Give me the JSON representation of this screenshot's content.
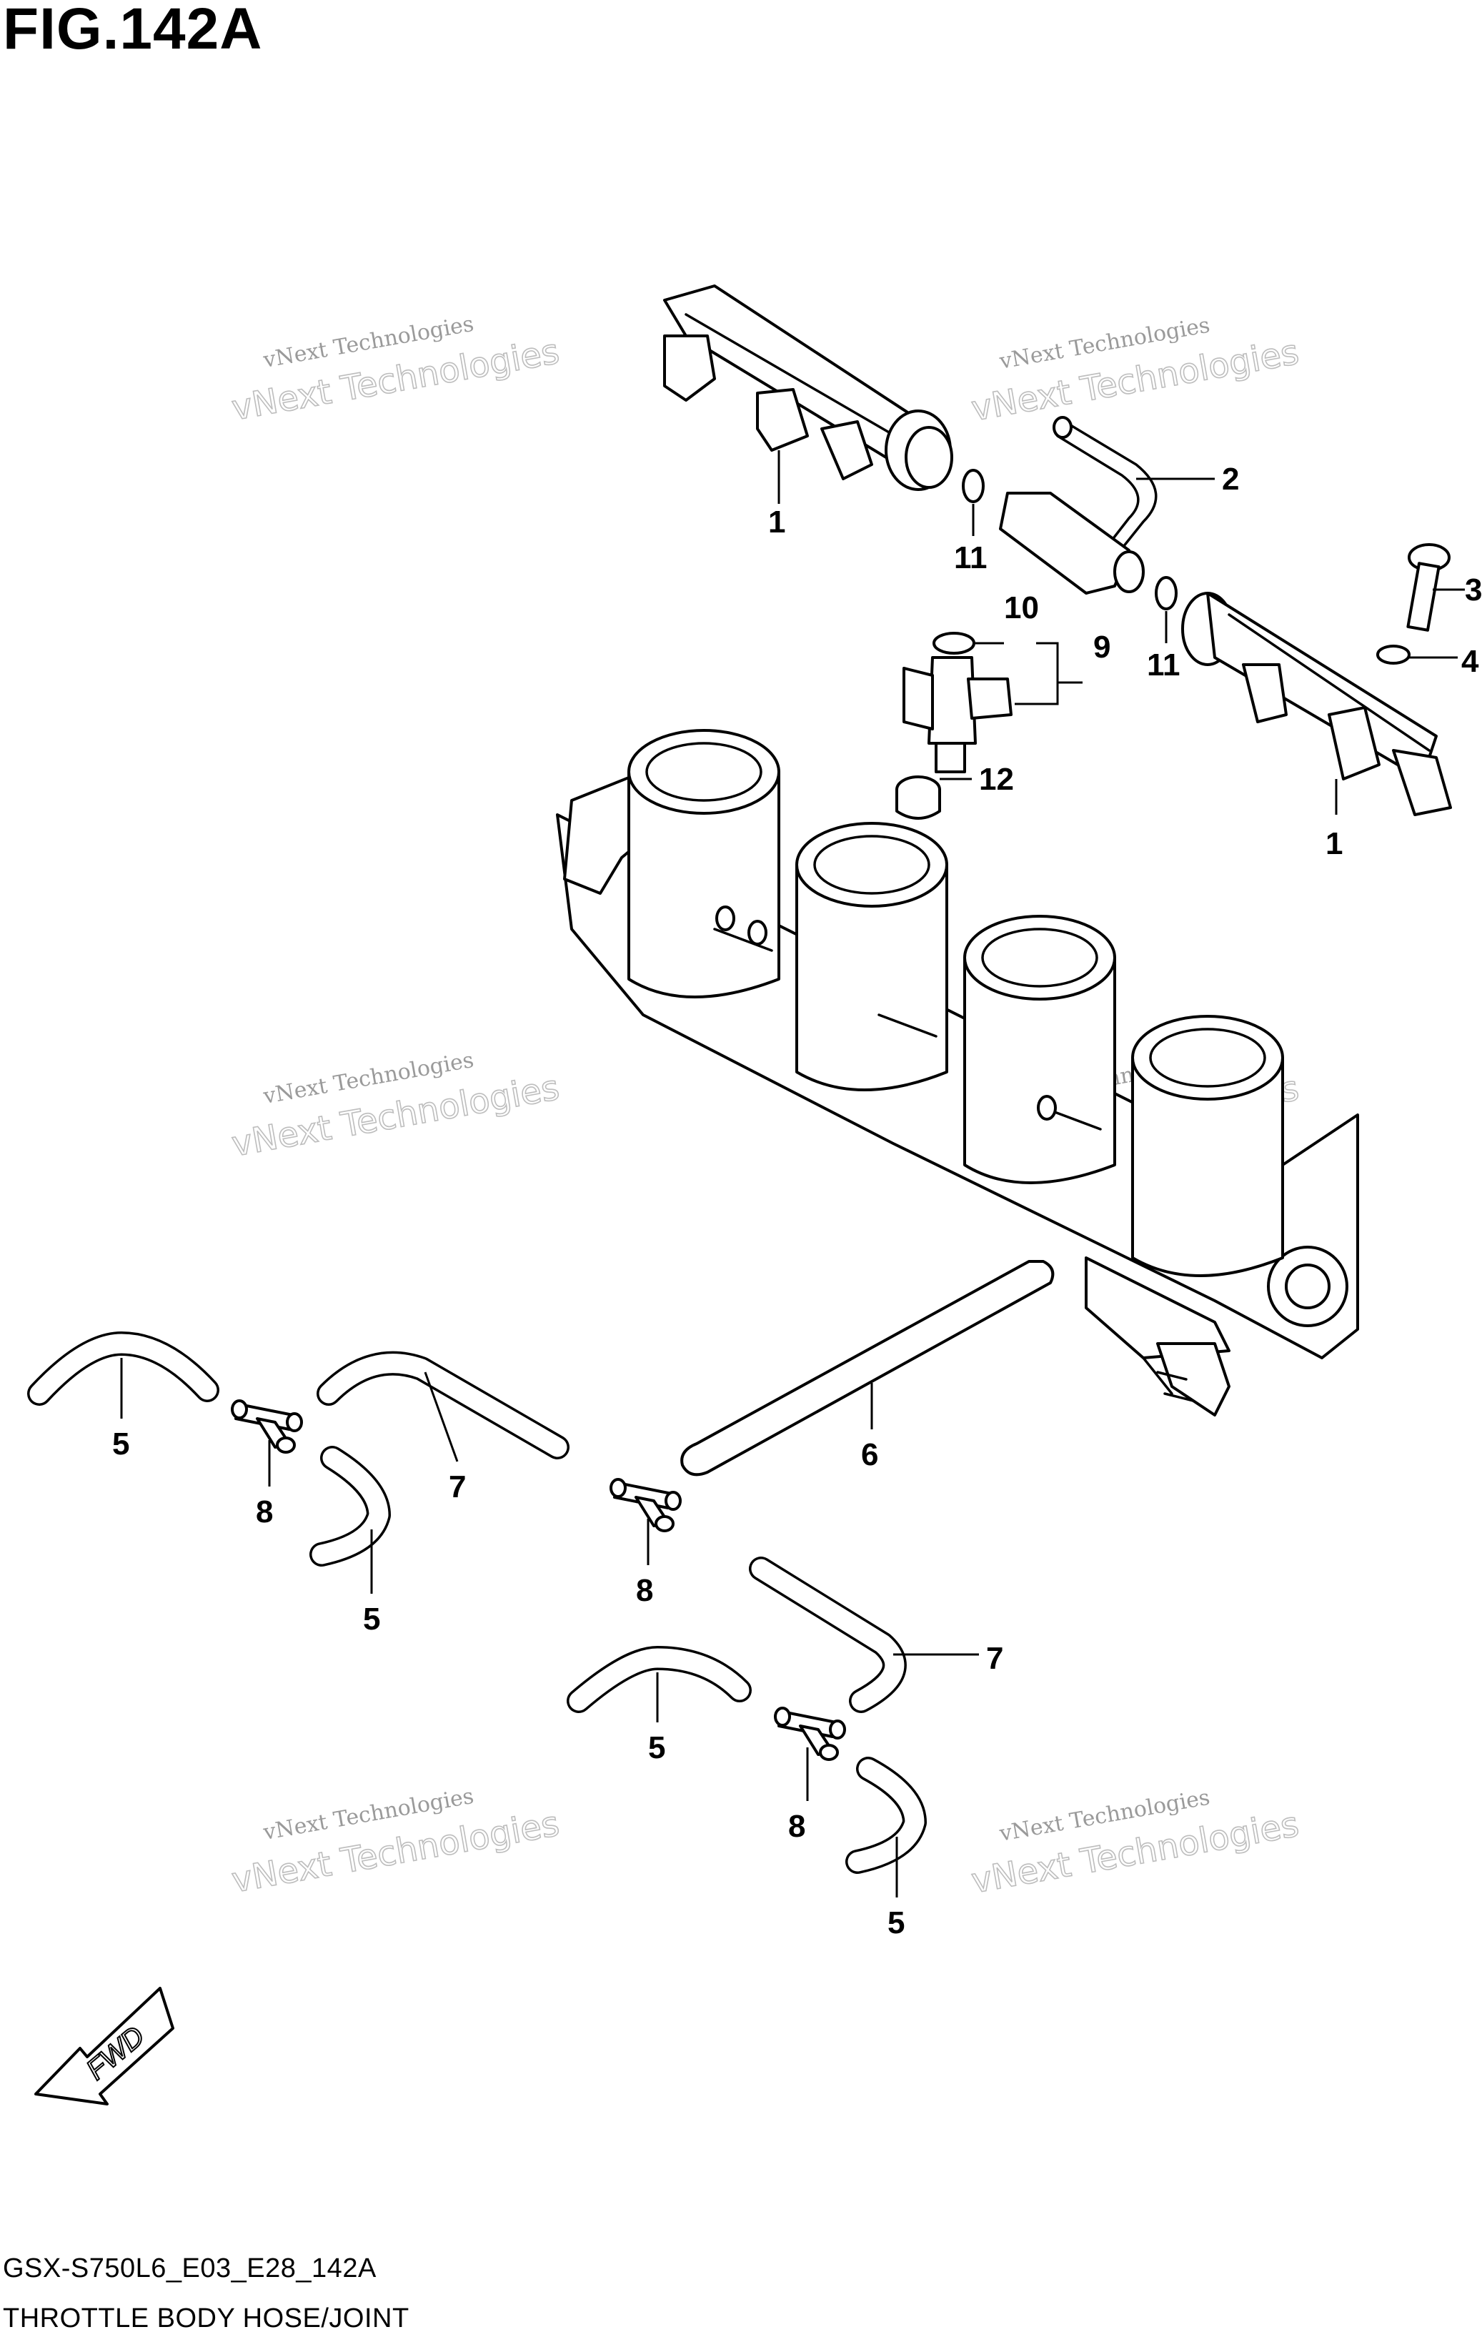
{
  "figure_title": "FIG.142A",
  "footer": {
    "code": "GSX-S750L6_E03_E28_142A",
    "name": "THROTTLE BODY HOSE/JOINT"
  },
  "watermark": {
    "line1": "vNext Technologies",
    "line2": "vNext Technologies"
  },
  "fwd_label": "FWD",
  "callouts": {
    "c1a": "1",
    "c1b": "1",
    "c2": "2",
    "c3": "3",
    "c4": "4",
    "c5a": "5",
    "c5b": "5",
    "c5c": "5",
    "c5d": "5",
    "c6": "6",
    "c7a": "7",
    "c7b": "7",
    "c8a": "8",
    "c8b": "8",
    "c8c": "8",
    "c9": "9",
    "c10": "10",
    "c11a": "11",
    "c11b": "11",
    "c12": "12"
  }
}
